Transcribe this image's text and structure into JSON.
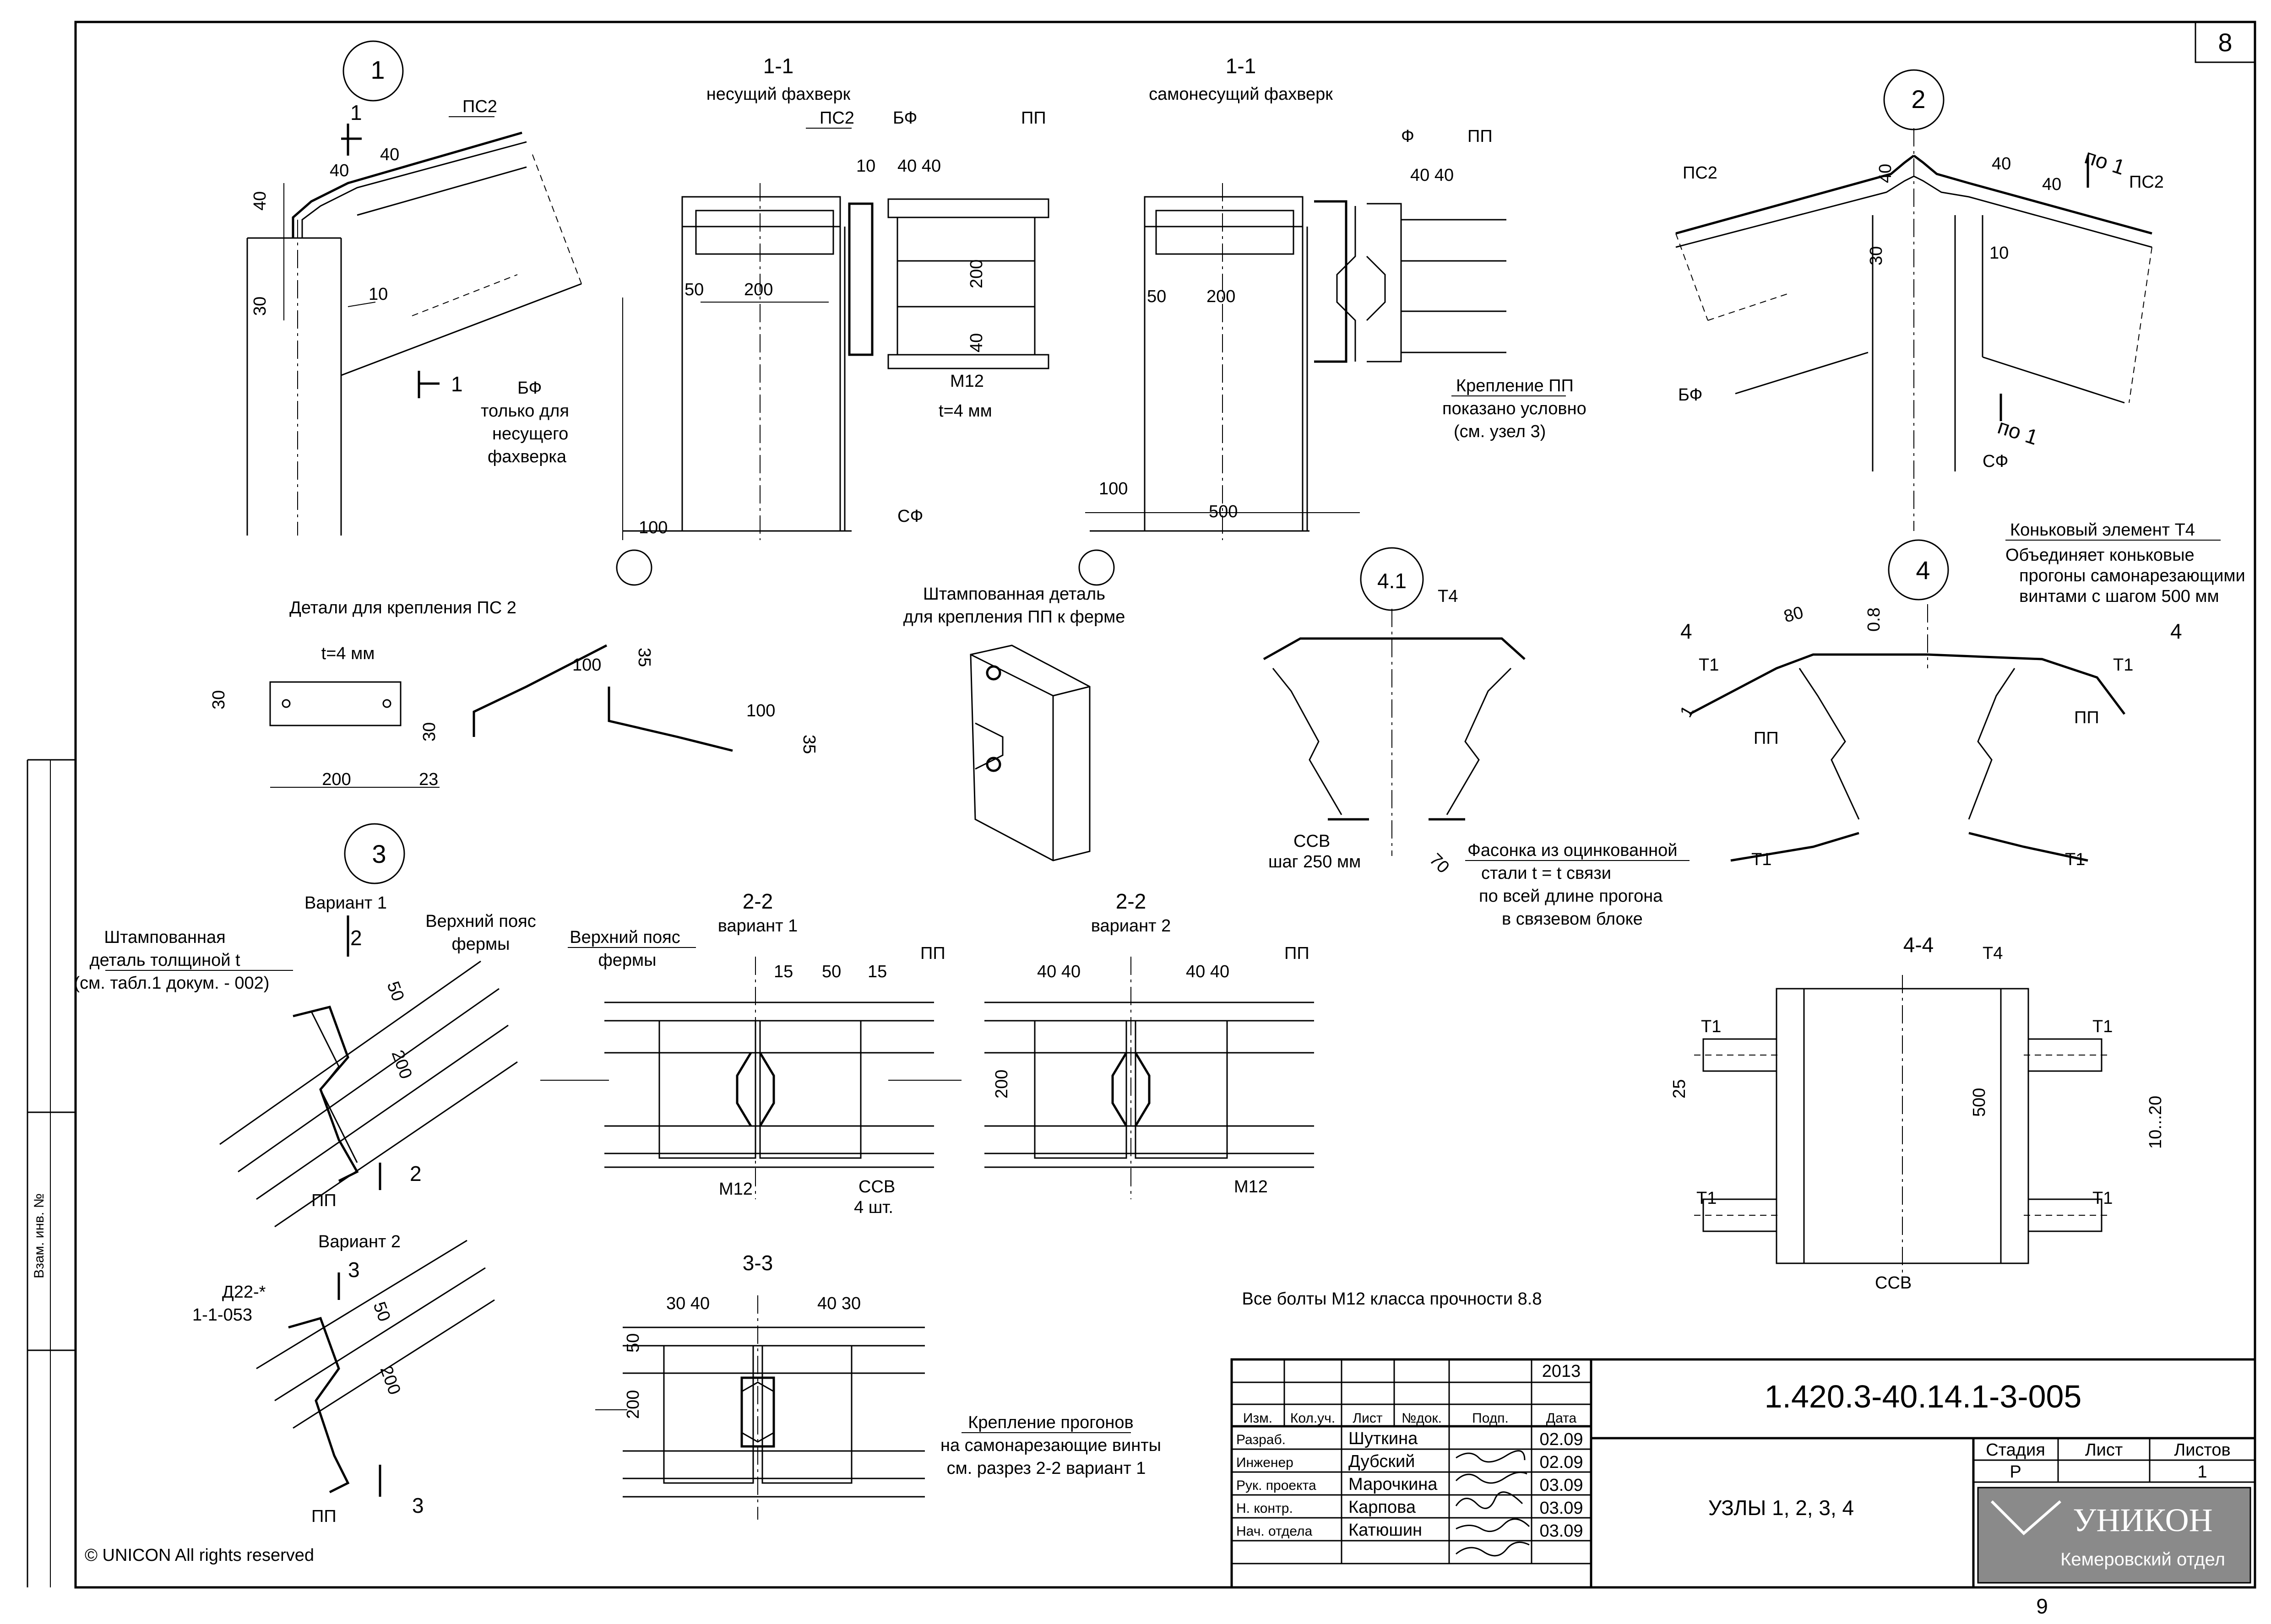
{
  "sheet": {
    "number": "8",
    "page_below": "9",
    "copyright": "© UNICON  All rights reserved",
    "general_note": "Все болты М12 класса прочности 8.8",
    "left_strip_text": "Взам. инв. №"
  },
  "node1": {
    "marker": "1",
    "section_mark": "1",
    "labels": {
      "ps2": "ПС2",
      "bf": "БФ",
      "bf_note1": "только для",
      "bf_note2": "несущего",
      "bf_note3": "фахверка"
    },
    "dims": {
      "d40a": "40",
      "d40b": "40",
      "d40c": "40",
      "d30": "30",
      "d10": "10"
    }
  },
  "section11a": {
    "title": "1-1",
    "subtitle": "несущий фахверк",
    "labels": {
      "ps2": "ПС2",
      "bf": "БФ",
      "pp": "ПП",
      "m12": "М12",
      "t4": "t=4 мм",
      "sf": "СФ"
    },
    "dims": {
      "d10": "10",
      "d4040": "40 40",
      "d50": "50",
      "d200": "200",
      "d200v": "200",
      "d40": "40",
      "d100": "100"
    }
  },
  "section11b": {
    "title": "1-1",
    "subtitle": "самонесущий фахверк",
    "labels": {
      "f": "Ф",
      "pp": "ПП",
      "note1": "Крепление  ПП",
      "note2": "показано условно",
      "note3": "(см. узел 3)"
    },
    "dims": {
      "d4040": "40 40",
      "d50": "50",
      "d200": "200",
      "d100": "100",
      "d500": "500"
    }
  },
  "node2": {
    "marker": "2",
    "section_mark": "по 1",
    "labels": {
      "ps2a": "ПС2",
      "ps2b": "ПС2",
      "bf": "БФ",
      "sf": "СФ"
    },
    "dims": {
      "d40a": "40",
      "d40b": "40",
      "d40c": "40",
      "d30": "30",
      "d10": "10"
    }
  },
  "ps2_details": {
    "title": "Детали для крепления   ПС  2",
    "t_label": "t=4 мм",
    "dims": {
      "d30": "30",
      "d200": "200",
      "d23": "23",
      "d35a": "35",
      "d100a": "100",
      "d30b": "30",
      "d100b": "100",
      "d35b": "35"
    }
  },
  "stamped_detail": {
    "title1": "Штампованная деталь",
    "title2": "для крепления  ПП к ферме"
  },
  "node41": {
    "marker": "4.1",
    "labels": {
      "t4": "Т4",
      "ssv": "ССВ",
      "step": "шаг 250 мм",
      "d70": "70"
    },
    "note": [
      "Фасонка из оцинкованной",
      "стали  t = t  связи",
      "по всей длине прогона",
      "в связевом блоке"
    ]
  },
  "node4": {
    "marker": "4",
    "section_mark": "4",
    "note": [
      "Коньковый элемент Т4",
      "Объединяет коньковые",
      "прогоны самонарезающими",
      "винтами с шагом 500 мм"
    ],
    "labels": {
      "t1a": "Т1",
      "t1b": "Т1",
      "t1c": "Т1",
      "t1d": "Т1",
      "ppa": "ПП",
      "ppb": "ПП"
    },
    "dims": {
      "d80": "80",
      "d08": "0.8",
      "d1": "1"
    }
  },
  "node3": {
    "marker": "3",
    "variant1": "Вариант 1",
    "variant2": "Вариант 2",
    "note1": [
      "Штампованная",
      "деталь толщиной t",
      "(см. табл.1 докум. - 002)"
    ],
    "belt": [
      "Верхний пояс",
      "фермы"
    ],
    "section2": "2",
    "section3": "3",
    "d22": [
      "Д22-*",
      "1-1-053"
    ],
    "labels": {
      "pp1": "ПП",
      "pp2": "ПП"
    },
    "dims": {
      "d50a": "50",
      "d200a": "200",
      "d50b": "50",
      "d200b": "200"
    }
  },
  "section22a": {
    "title": "2-2",
    "subtitle": "вариант 1",
    "belt": [
      "Верхний пояс",
      "фермы"
    ],
    "labels": {
      "pp": "ПП",
      "m12": "М12",
      "ssv": "ССВ",
      "qty": "4 шт."
    },
    "dims": {
      "d15a": "15",
      "d50": "50",
      "d15b": "15"
    }
  },
  "section22b": {
    "title": "2-2",
    "subtitle": "вариант 2",
    "labels": {
      "pp": "ПП",
      "m12": "М12"
    },
    "dims": {
      "d4040a": "40 40",
      "d4040b": "40 40",
      "d200": "200"
    }
  },
  "section33": {
    "title": "3-3",
    "note": [
      "Крепление прогонов",
      "на самонарезающие винты",
      "см. разрез 2-2 вариант 1"
    ],
    "dims": {
      "d3040": "30 40",
      "d4030": "40 30",
      "d50": "50",
      "d200": "200"
    }
  },
  "section44": {
    "title": "4-4",
    "labels": {
      "t4": "Т4",
      "t1a": "Т1",
      "t1b": "Т1",
      "t1c": "Т1",
      "t1d": "Т1",
      "ssv": "ССВ"
    },
    "dims": {
      "d25": "25",
      "d500": "500",
      "d1020": "10...20"
    }
  },
  "title_block": {
    "year": "2013",
    "code": "1.420.3-40.14.1-3-005",
    "title": "УЗЛЫ 1, 2, 3, 4",
    "headers": [
      "Изм.",
      "Кол.уч.",
      "Лист",
      "№док.",
      "Подп.",
      "Дата"
    ],
    "rows": [
      {
        "role": "Разраб.",
        "name": "Шуткина",
        "date": "02.09"
      },
      {
        "role": "Инженер",
        "name": "Дубский",
        "date": "02.09"
      },
      {
        "role": "Рук. проекта",
        "name": "Марочкина",
        "date": "03.09"
      },
      {
        "role": "Н. контр.",
        "name": "Карпова",
        "date": "03.09"
      },
      {
        "role": "Нач. отдела",
        "name": "Катюшин",
        "date": "03.09"
      }
    ],
    "stage_header": "Стадия",
    "sheet_header": "Лист",
    "sheets_header": "Листов",
    "stage": "Р",
    "sheets": "1",
    "logo_name": "УНИКОН",
    "logo_dept": "Кемеровский отдел"
  }
}
